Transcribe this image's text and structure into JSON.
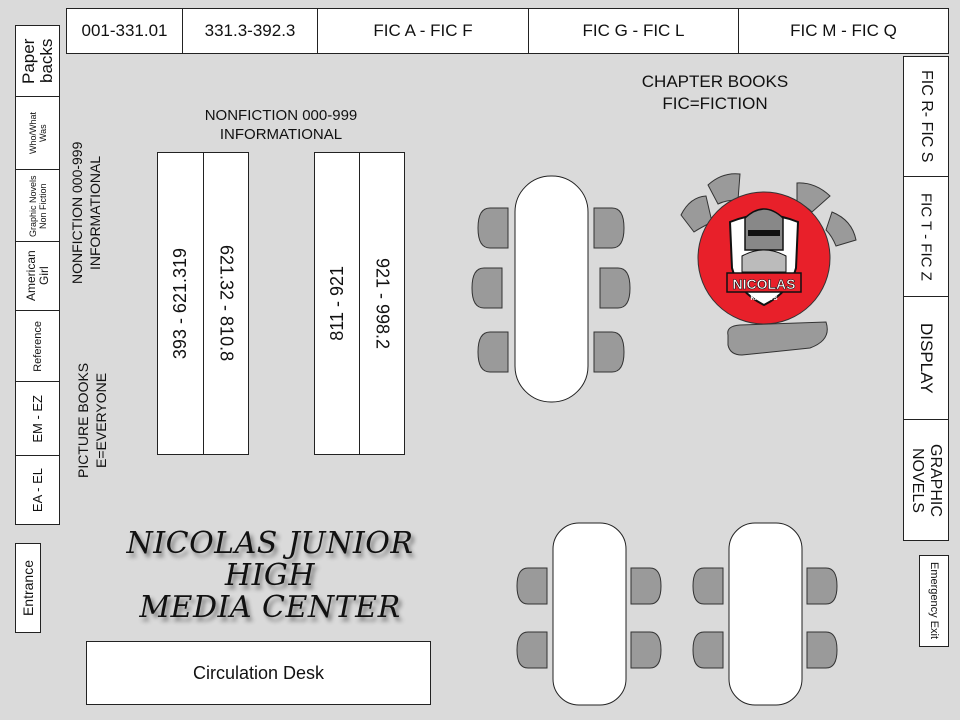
{
  "top_shelves": [
    "001-331.01",
    "331.3-392.3",
    "FIC A - FIC F",
    "FIC G - FIC L",
    "FIC M - FIC Q"
  ],
  "left_shelves": [
    "Paper backs",
    "Who/What Was",
    "Graphic Novels Non Fiction",
    "American Girl",
    "Reference",
    "EM - EZ",
    "EA - EL"
  ],
  "right_shelves": [
    "FIC R- FIC S",
    "FIC T - FIC Z",
    "DISPLAY",
    "GRAPHIC NOVELS"
  ],
  "labels": {
    "chapter_books": "CHAPTER BOOKS",
    "chapter_books_sub": "FIC=FICTION",
    "nonfiction_top": "NONFICTION 000-999",
    "nonfiction_top_sub": "INFORMATIONAL",
    "nonfiction_side": "NONFICTION 000-999",
    "nonfiction_side_sub": "INFORMATIONAL",
    "picture_books": "PICTURE BOOKS",
    "picture_books_sub": "E=EVERYONE"
  },
  "center_shelves": [
    "393 - 621.319",
    "621.32 - 810.8",
    "811 - 921",
    "921 - 998.2"
  ],
  "title": {
    "line1": "NICOLAS JUNIOR HIGH",
    "line2": "MEDIA CENTER"
  },
  "circulation_desk": "Circulation Desk",
  "entrance": "Entrance",
  "emergency_exit": "Emergency Exit",
  "logo": {
    "text": "NICOLAS",
    "subtext": "KNIGHTS",
    "color": "#e8202a"
  }
}
